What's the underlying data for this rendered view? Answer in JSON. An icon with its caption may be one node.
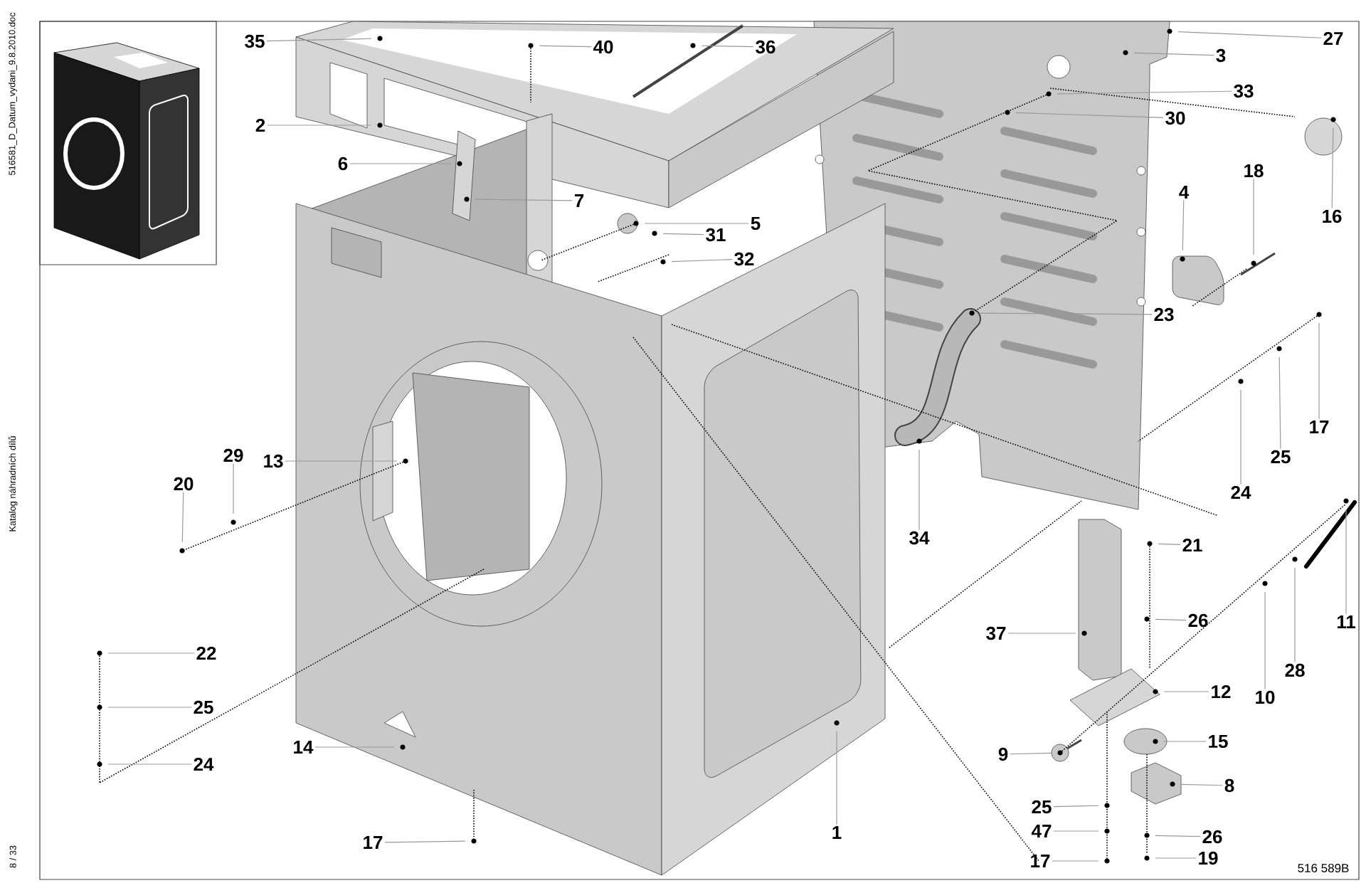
{
  "diagram": {
    "nodes": [
      {
        "text": [
          "35"
        ]
      },
      {
        "text": [
          "40"
        ]
      },
      {
        "text": [
          "36"
        ]
      },
      {
        "text": [
          "27"
        ]
      },
      {
        "text": [
          "3"
        ]
      },
      {
        "text": [
          "33"
        ]
      },
      {
        "text": [
          "30"
        ]
      },
      {
        "text": [
          "16"
        ]
      },
      {
        "text": [
          "18"
        ]
      },
      {
        "text": [
          "4"
        ]
      },
      {
        "text": [
          "2"
        ]
      },
      {
        "text": [
          "6"
        ]
      },
      {
        "text": [
          "7"
        ]
      },
      {
        "text": [
          "5"
        ]
      },
      {
        "text": [
          "31"
        ]
      },
      {
        "text": [
          "32"
        ]
      },
      {
        "text": [
          "23"
        ]
      },
      {
        "text": [
          "17"
        ]
      },
      {
        "text": [
          "25"
        ]
      },
      {
        "text": [
          "24"
        ]
      },
      {
        "text": [
          "34"
        ]
      },
      {
        "text": [
          "29"
        ]
      },
      {
        "text": [
          "13"
        ]
      },
      {
        "text": [
          "20"
        ]
      },
      {
        "text": [
          "21"
        ]
      },
      {
        "text": [
          "26"
        ]
      },
      {
        "text": [
          "11"
        ]
      },
      {
        "text": [
          "37"
        ]
      },
      {
        "text": [
          "10"
        ]
      },
      {
        "text": [
          "28"
        ]
      },
      {
        "text": [
          "12"
        ]
      },
      {
        "text": [
          "22"
        ]
      },
      {
        "text": [
          "25"
        ]
      },
      {
        "text": [
          "24"
        ]
      },
      {
        "text": [
          "14"
        ]
      },
      {
        "text": [
          "9"
        ]
      },
      {
        "text": [
          "15"
        ]
      },
      {
        "text": [
          "8"
        ]
      },
      {
        "text": [
          "25"
        ]
      },
      {
        "text": [
          "47"
        ]
      },
      {
        "text": [
          "26"
        ]
      },
      {
        "text": [
          "17"
        ]
      },
      {
        "text": [
          "19"
        ]
      },
      {
        "text": [
          "17"
        ]
      },
      {
        "text": [
          "1"
        ]
      }
    ],
    "edges": [
      {
        "from": 0,
        "to": null,
        "arrow": "none"
      },
      {
        "from": 1,
        "to": null,
        "arrow": "none"
      },
      {
        "from": 2,
        "to": null,
        "arrow": "none"
      },
      {
        "from": 3,
        "to": null,
        "arrow": "none"
      },
      {
        "from": 4,
        "to": null,
        "arrow": "none"
      },
      {
        "from": 5,
        "to": null,
        "arrow": "none"
      },
      {
        "from": 6,
        "to": null,
        "arrow": "none"
      },
      {
        "from": 7,
        "to": null,
        "arrow": "none"
      },
      {
        "from": 8,
        "to": null,
        "arrow": "none"
      },
      {
        "from": 9,
        "to": null,
        "arrow": "none"
      },
      {
        "from": 10,
        "to": null,
        "arrow": "none"
      },
      {
        "from": 11,
        "to": null,
        "arrow": "none"
      },
      {
        "from": 12,
        "to": null,
        "arrow": "none"
      },
      {
        "from": 13,
        "to": null,
        "arrow": "none"
      },
      {
        "from": 14,
        "to": null,
        "arrow": "none"
      },
      {
        "from": 15,
        "to": null,
        "arrow": "none"
      },
      {
        "from": 16,
        "to": null,
        "arrow": "none"
      },
      {
        "from": 17,
        "to": null,
        "arrow": "none"
      },
      {
        "from": 18,
        "to": null,
        "arrow": "none"
      },
      {
        "from": 19,
        "to": null,
        "arrow": "none"
      },
      {
        "from": 20,
        "to": null,
        "arrow": "none"
      },
      {
        "from": 21,
        "to": null,
        "arrow": "none"
      },
      {
        "from": 22,
        "to": null,
        "arrow": "none"
      },
      {
        "from": 23,
        "to": null,
        "arrow": "none"
      },
      {
        "from": 24,
        "to": null,
        "arrow": "none"
      },
      {
        "from": 25,
        "to": null,
        "arrow": "none"
      },
      {
        "from": 26,
        "to": null,
        "arrow": "none"
      },
      {
        "from": 27,
        "to": null,
        "arrow": "none"
      },
      {
        "from": 28,
        "to": null,
        "arrow": "none"
      },
      {
        "from": 29,
        "to": null,
        "arrow": "none"
      },
      {
        "from": 30,
        "to": null,
        "arrow": "none"
      },
      {
        "from": 31,
        "to": null,
        "arrow": "none"
      },
      {
        "from": 32,
        "to": null,
        "arrow": "none"
      },
      {
        "from": 33,
        "to": null,
        "arrow": "none"
      },
      {
        "from": 34,
        "to": null,
        "arrow": "none"
      },
      {
        "from": 35,
        "to": null,
        "arrow": "none"
      },
      {
        "from": 36,
        "to": null,
        "arrow": "none"
      },
      {
        "from": 37,
        "to": null,
        "arrow": "none"
      },
      {
        "from": 38,
        "to": null,
        "arrow": "none"
      },
      {
        "from": 39,
        "to": null,
        "arrow": "none"
      },
      {
        "from": 40,
        "to": null,
        "arrow": "none"
      },
      {
        "from": 41,
        "to": null,
        "arrow": "none"
      },
      {
        "from": 42,
        "to": null,
        "arrow": "none"
      },
      {
        "from": 43,
        "to": null,
        "arrow": "none"
      },
      {
        "from": 44,
        "to": null,
        "arrow": "none"
      }
    ],
    "labels": [
      "516581_D_Datum_vydani_9.8.2010.doc",
      "Katalog náhradních dílů",
      "8 / 33",
      "516 589B"
    ]
  }
}
